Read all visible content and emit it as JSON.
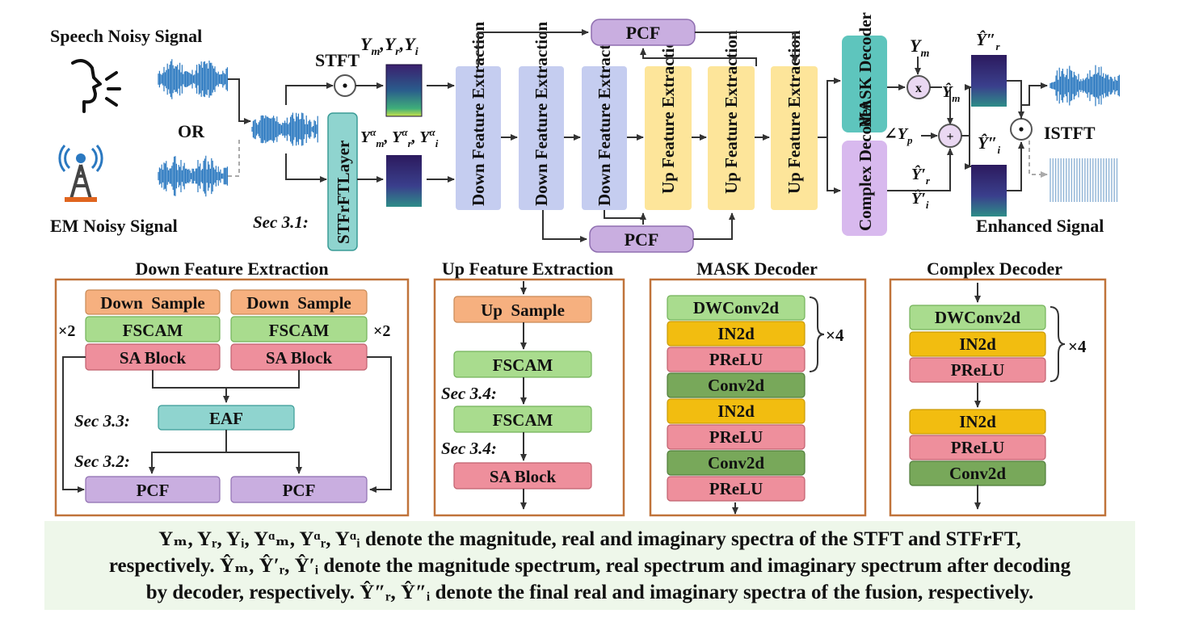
{
  "inputs": {
    "speech_label": "Speech Noisy Signal",
    "or_label": "OR",
    "em_label": "EM Noisy Signal"
  },
  "branch": {
    "stft_label": "STFT",
    "stfrft_label": "STFrFTLayer",
    "sec_label": "Sec 3.1:",
    "stft_spec": [
      "Y",
      "m",
      ",Y",
      "r",
      ",Y",
      "i"
    ],
    "stfrft_spec": [
      "Y",
      "α",
      "m",
      ", Y",
      "α",
      "r",
      ", Y",
      "α",
      "i"
    ]
  },
  "network": {
    "down_blocks": [
      "Down Feature Extraction",
      "Down Feature Extraction",
      "Down Feature Extraction"
    ],
    "up_blocks": [
      "Up Feature Extraction",
      "Up Feature Extraction",
      "Up Feature Extraction"
    ],
    "pcf_top": "PCF",
    "pcf_bottom": "PCF",
    "mask_decoder": "MASK Decoder",
    "complex_decoder": "Complex Decoder"
  },
  "fusion": {
    "ym": "Y",
    "ym_sub": "m",
    "yp": "∠Y",
    "yp_sub": "p",
    "multiply": "x",
    "add": "+",
    "dot": "•",
    "istft_label": "ISTFT",
    "enhanced_label": "Enhanced Signal"
  },
  "panels": {
    "down": {
      "title": "Down Feature Extraction",
      "down_sample": "Down  Sample",
      "fscam": "FSCAM",
      "sa_block": "SA Block",
      "repeat": "×2",
      "eaf": "EAF",
      "sec_eaf": "Sec 3.3:",
      "sec_pcf": "Sec 3.2:",
      "pcf": "PCF"
    },
    "up": {
      "title": "Up Feature Extraction",
      "up_sample": "Up  Sample",
      "fscam": "FSCAM",
      "sa_block": "SA Block",
      "sec1": "Sec 3.4:",
      "sec2": "Sec 3.4:"
    },
    "mask": {
      "title": "MASK Decoder",
      "layers": [
        "DWConv2d",
        "IN2d",
        "PReLU",
        "Conv2d",
        "IN2d",
        "PReLU",
        "Conv2d",
        "PReLU"
      ],
      "repeat": "×4"
    },
    "complex": {
      "title": "Complex Decoder",
      "layers": [
        "DWConv2d",
        "IN2d",
        "PReLU",
        "IN2d",
        "PReLU",
        "Conv2d"
      ],
      "repeat": "×4"
    }
  },
  "caption": {
    "line1": "Yₘ, Yᵣ, Yᵢ, Yᵅₘ, Yᵅᵣ, Yᵅᵢ denote the magnitude, real and imaginary spectra of the STFT and STFrFT,",
    "line2": "respectively. Ŷₘ, Ŷ′ᵣ, Ŷ′ᵢ denote the magnitude spectrum, real spectrum and imaginary spectrum after decoding",
    "line3": "by decoder, respectively. Ŷ″ᵣ, Ŷ″ᵢ denote the final real and imaginary spectra of the fusion, respectively."
  },
  "colors": {
    "down_block": "#c5cdf0",
    "up_block": "#fde59a",
    "pcf": "#c9aee0",
    "mask_decoder": "#5ec5bd",
    "complex_decoder": "#d8b9ee",
    "stfrft": "#8fd4cf",
    "sample": "#f6b07f",
    "fscam": "#a9dc8e",
    "sa_block": "#ee8f9c",
    "eaf": "#8fd4cf",
    "in2d": "#f2bd10",
    "conv2d": "#78a85a",
    "panel_border": "#c0733a",
    "signal": "#2a78c0",
    "caption_bg": "#eef7ea"
  }
}
